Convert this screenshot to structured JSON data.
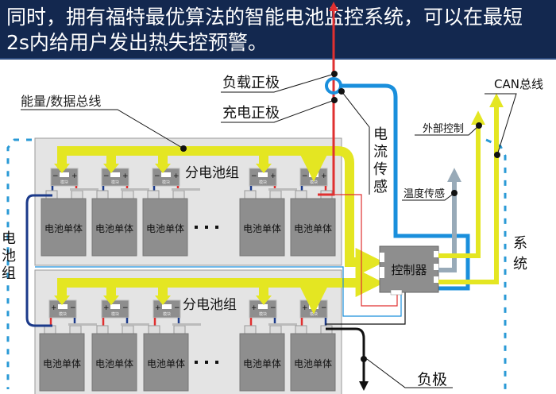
{
  "header": {
    "line1": "同时，拥有福特最优算法的智能电池监控系统，可以在最短",
    "line2": "2s内给用户发出热失控预警。"
  },
  "labels": {
    "energy_data_bus": "能量/数据总线",
    "load_positive": "负载正极",
    "charge_positive": "充电正极",
    "current_sensor": [
      "电",
      "流",
      "传",
      "感"
    ],
    "can_bus": "CAN总线",
    "external_control": "外部控制",
    "temperature_sensor": "温度传感",
    "system": [
      "系",
      "统"
    ],
    "battery_pack": [
      "电",
      "池",
      "组"
    ],
    "negative": "负极",
    "sub_pack": "分电池组",
    "controller": "控制器",
    "cell": "电池单体",
    "module": "模块",
    "plus": "+",
    "minus": "−"
  },
  "colors": {
    "header_bg": "#13284f",
    "bus_yellow": "#e4e622",
    "current_blue": "#1a8fdc",
    "positive_red": "#e03030",
    "negative_navy": "#1b3a8a",
    "temp_gray": "#98aab8",
    "cell_gray": "#8e8e8e",
    "panel_gray": "#e4e4e4"
  }
}
